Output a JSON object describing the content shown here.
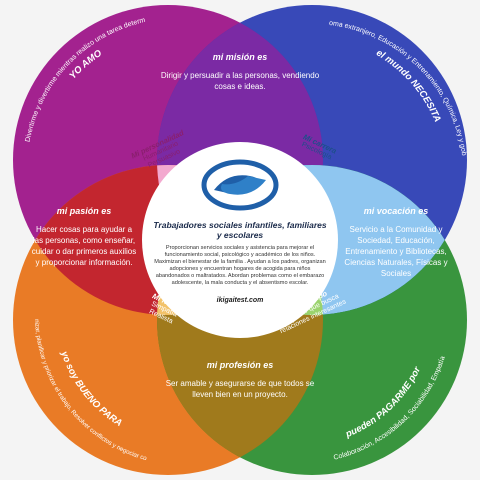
{
  "center": {
    "title": "Trabajadores sociales infantiles, familiares y escolares",
    "description": "Proporcionan servicios sociales y asistencia para mejorar el funcionamiento social, psicológico y académico de los niños. Maximizan el bienestar de la familia . Ayudan a los padres, organizan adopciones y encuentran hogares de acogida para niños abandonados o maltratados. Abordan problemas como el embarazo adolescente, la mala conducta y el absentismo escolar.",
    "website": "ikigaitest.com"
  },
  "outer": {
    "yo_amo": {
      "heading": "YO AMO",
      "text": "Divertirme y divertirme mientras realizo una tarea determinada."
    },
    "mundo_necesita": {
      "heading": "el mundo NECESITA",
      "text": "Idioma extranjero, Educación y Entrenamiento, Química, Ley y gobierno"
    },
    "soy_bueno": {
      "heading": "yo soy BUENO PARA",
      "text": "Asistir y cuidar a los demás, Organizar, planificar y priorizar el trabajo, Resolver conflictos y negociar con otros, Manejar y mover objetos"
    },
    "pagarme": {
      "heading": "pueden PAGARME por",
      "text": "Colaboración, Accesibilidad, Sociabilidad, Empatía"
    }
  },
  "sections": {
    "mision": {
      "heading": "mi misión es",
      "text": "Dirigir y persuadir a las personas, vendiendo cosas e ideas."
    },
    "pasion": {
      "heading": "mi pasión es",
      "text": "Hacer cosas para ayudar a las personas, como enseñar, cuidar o dar primeros auxilios y proporcionar información."
    },
    "vocacion": {
      "heading": "mi vocación es",
      "text": "Servicio a la Comunidad y Sociedad, Educación, Entrenamiento y Bibliotecas, Ciencias Naturales, Físicas y Sociales"
    },
    "profesion": {
      "heading": "mi profesión es",
      "text": "Ser amable y asegurarse de que todos se lleven bien en un proyecto."
    }
  },
  "petals": {
    "personalidad": {
      "heading": "Mi personalidad",
      "text": "Humanitario Persuasivo"
    },
    "carrera": {
      "heading": "Mi carrera",
      "text": "Psicología"
    },
    "fuerza": {
      "heading": "Mi fuerza",
      "text": "Simpatía Realista"
    },
    "arquetipo": {
      "heading": "Mi arquetipo",
      "text": "Mediador que busca relaciones interesantes"
    }
  },
  "colors": {
    "magenta": "#a3228f",
    "blue": "#2d3fb4",
    "orange": "#e8741a",
    "green": "#2e8f34",
    "petal_pink": "#f3a9cf",
    "petal_blue": "#8fc6f0",
    "petal_yellow": "#f2c26a",
    "petal_green": "#9ad36d",
    "logo_blue": "#1f5fa8"
  }
}
